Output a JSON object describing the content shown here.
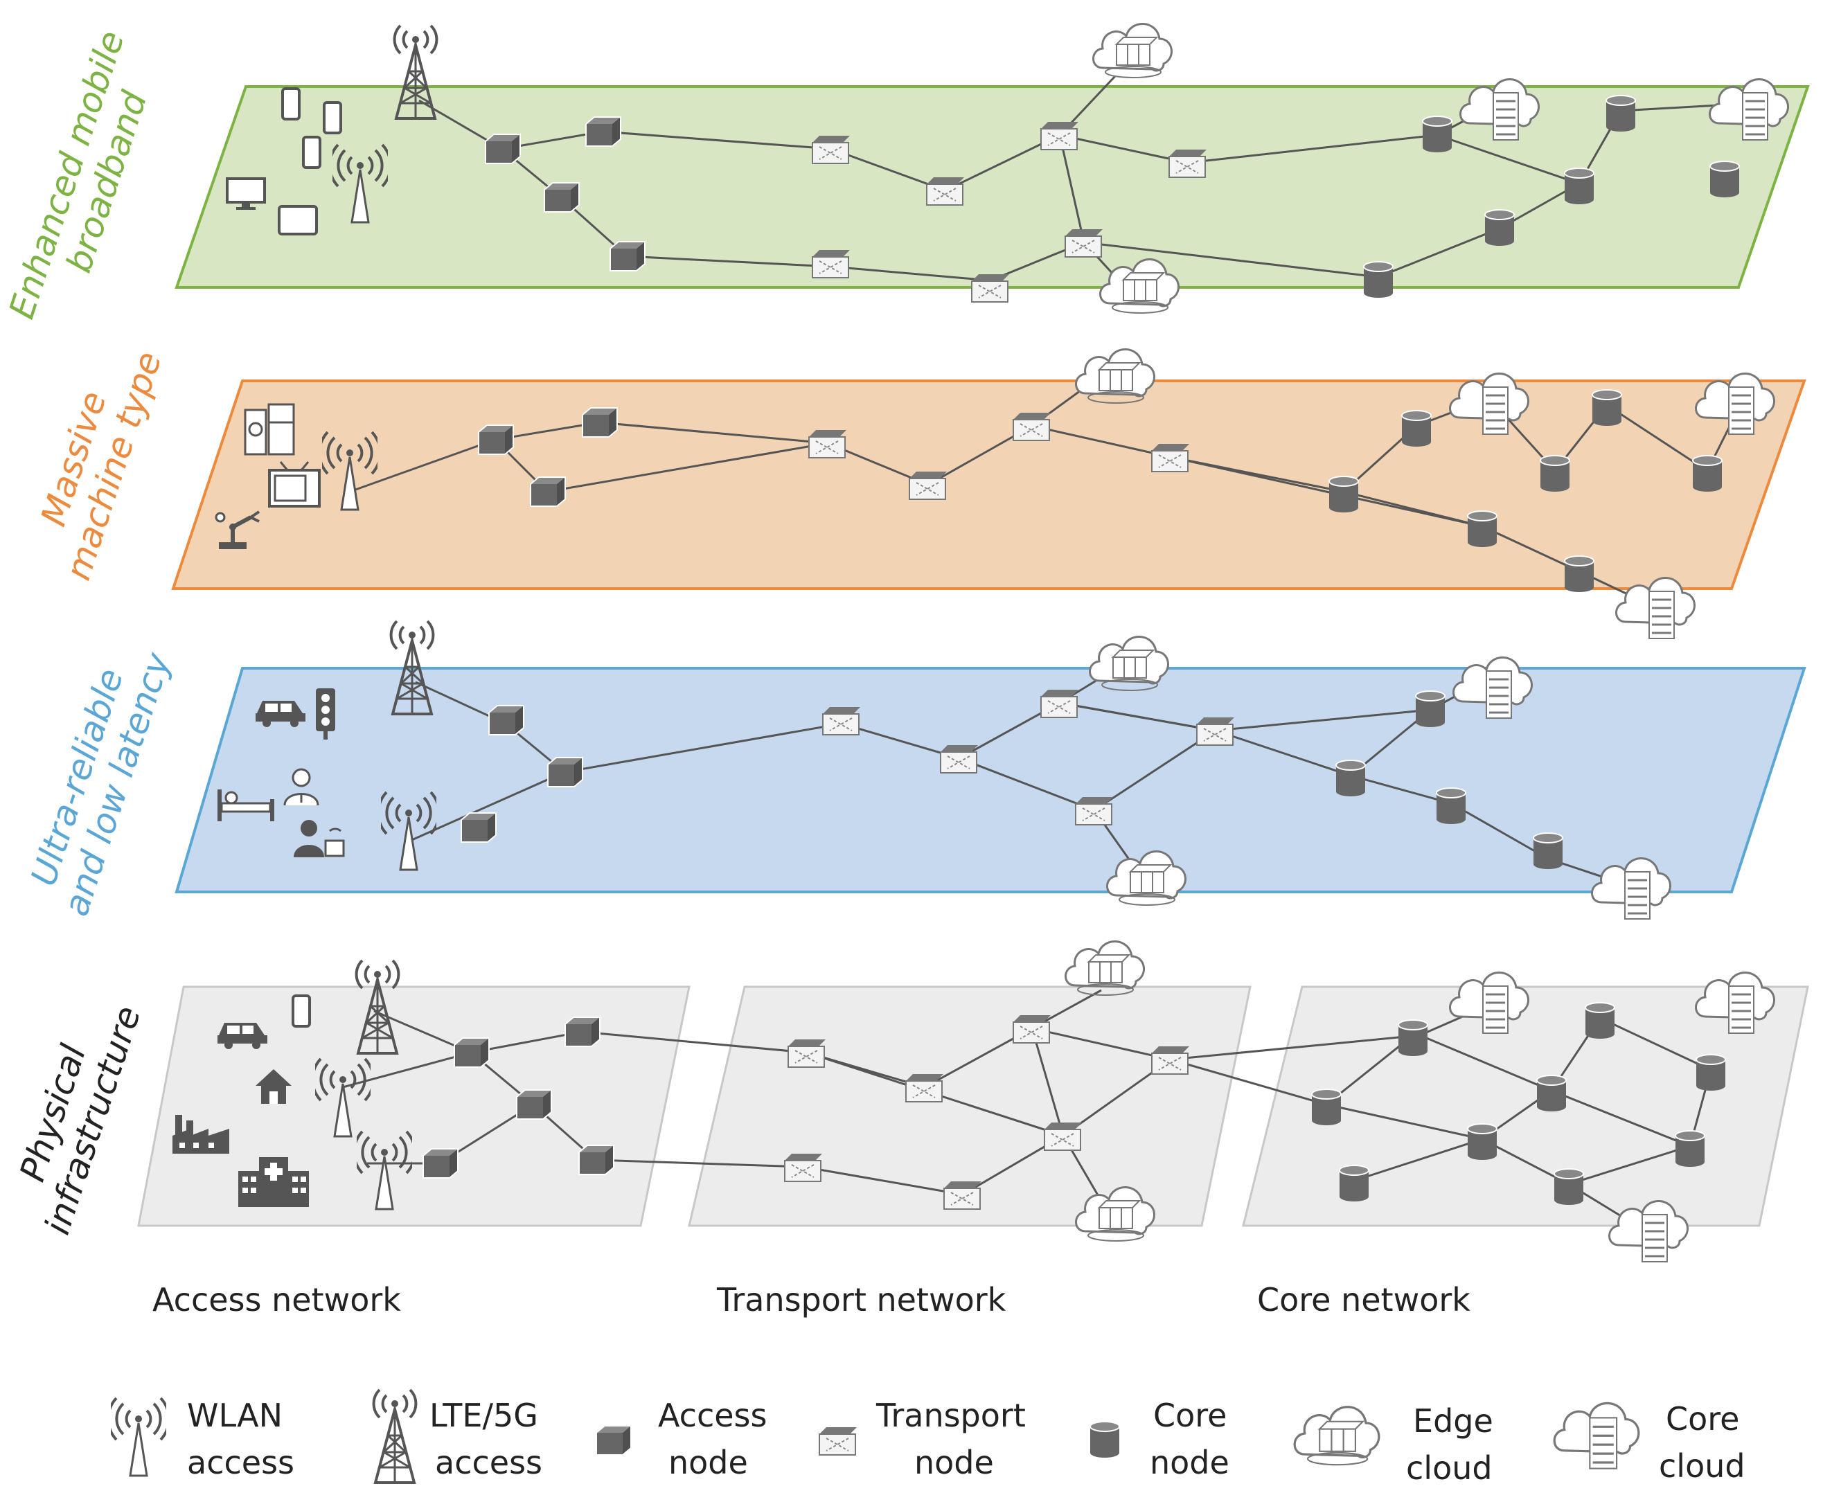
{
  "layers": [
    {
      "label_lines": [
        "Enhanced mobile",
        "broadband"
      ],
      "color": "#7cb342",
      "fill": "#d8e6c4",
      "stroke": "#7cb342"
    },
    {
      "label_lines": [
        "Massive",
        "machine type"
      ],
      "color": "#ec8a3e",
      "fill": "#f2d4b4",
      "stroke": "#ec8a3e"
    },
    {
      "label_lines": [
        "Ultra-reliable",
        "and low latency"
      ],
      "color": "#5aa7d6",
      "fill": "#c7d9ef",
      "stroke": "#5aa7d6"
    },
    {
      "label_lines": [
        "Physical",
        "infrastructure"
      ],
      "color": "#222222",
      "fill": "#ececec",
      "stroke": "#c8c8c8"
    }
  ],
  "segments": [
    "Access network",
    "Transport network",
    "Core network"
  ],
  "legend": [
    {
      "icon": "wlan-icon",
      "lines": [
        "WLAN",
        "access"
      ]
    },
    {
      "icon": "lte-tower-icon",
      "lines": [
        "LTE/5G",
        "access"
      ]
    },
    {
      "icon": "access-node-icon",
      "lines": [
        "Access",
        "node"
      ]
    },
    {
      "icon": "transport-node-icon",
      "lines": [
        "Transport",
        "node"
      ]
    },
    {
      "icon": "core-node-icon",
      "lines": [
        "Core",
        "node"
      ]
    },
    {
      "icon": "edge-cloud-icon",
      "lines": [
        "Edge",
        "cloud"
      ]
    },
    {
      "icon": "core-cloud-icon",
      "lines": [
        "Core",
        "cloud"
      ]
    }
  ],
  "colors": {
    "node": "#666666",
    "edge": "#555555",
    "text": "#222222"
  }
}
